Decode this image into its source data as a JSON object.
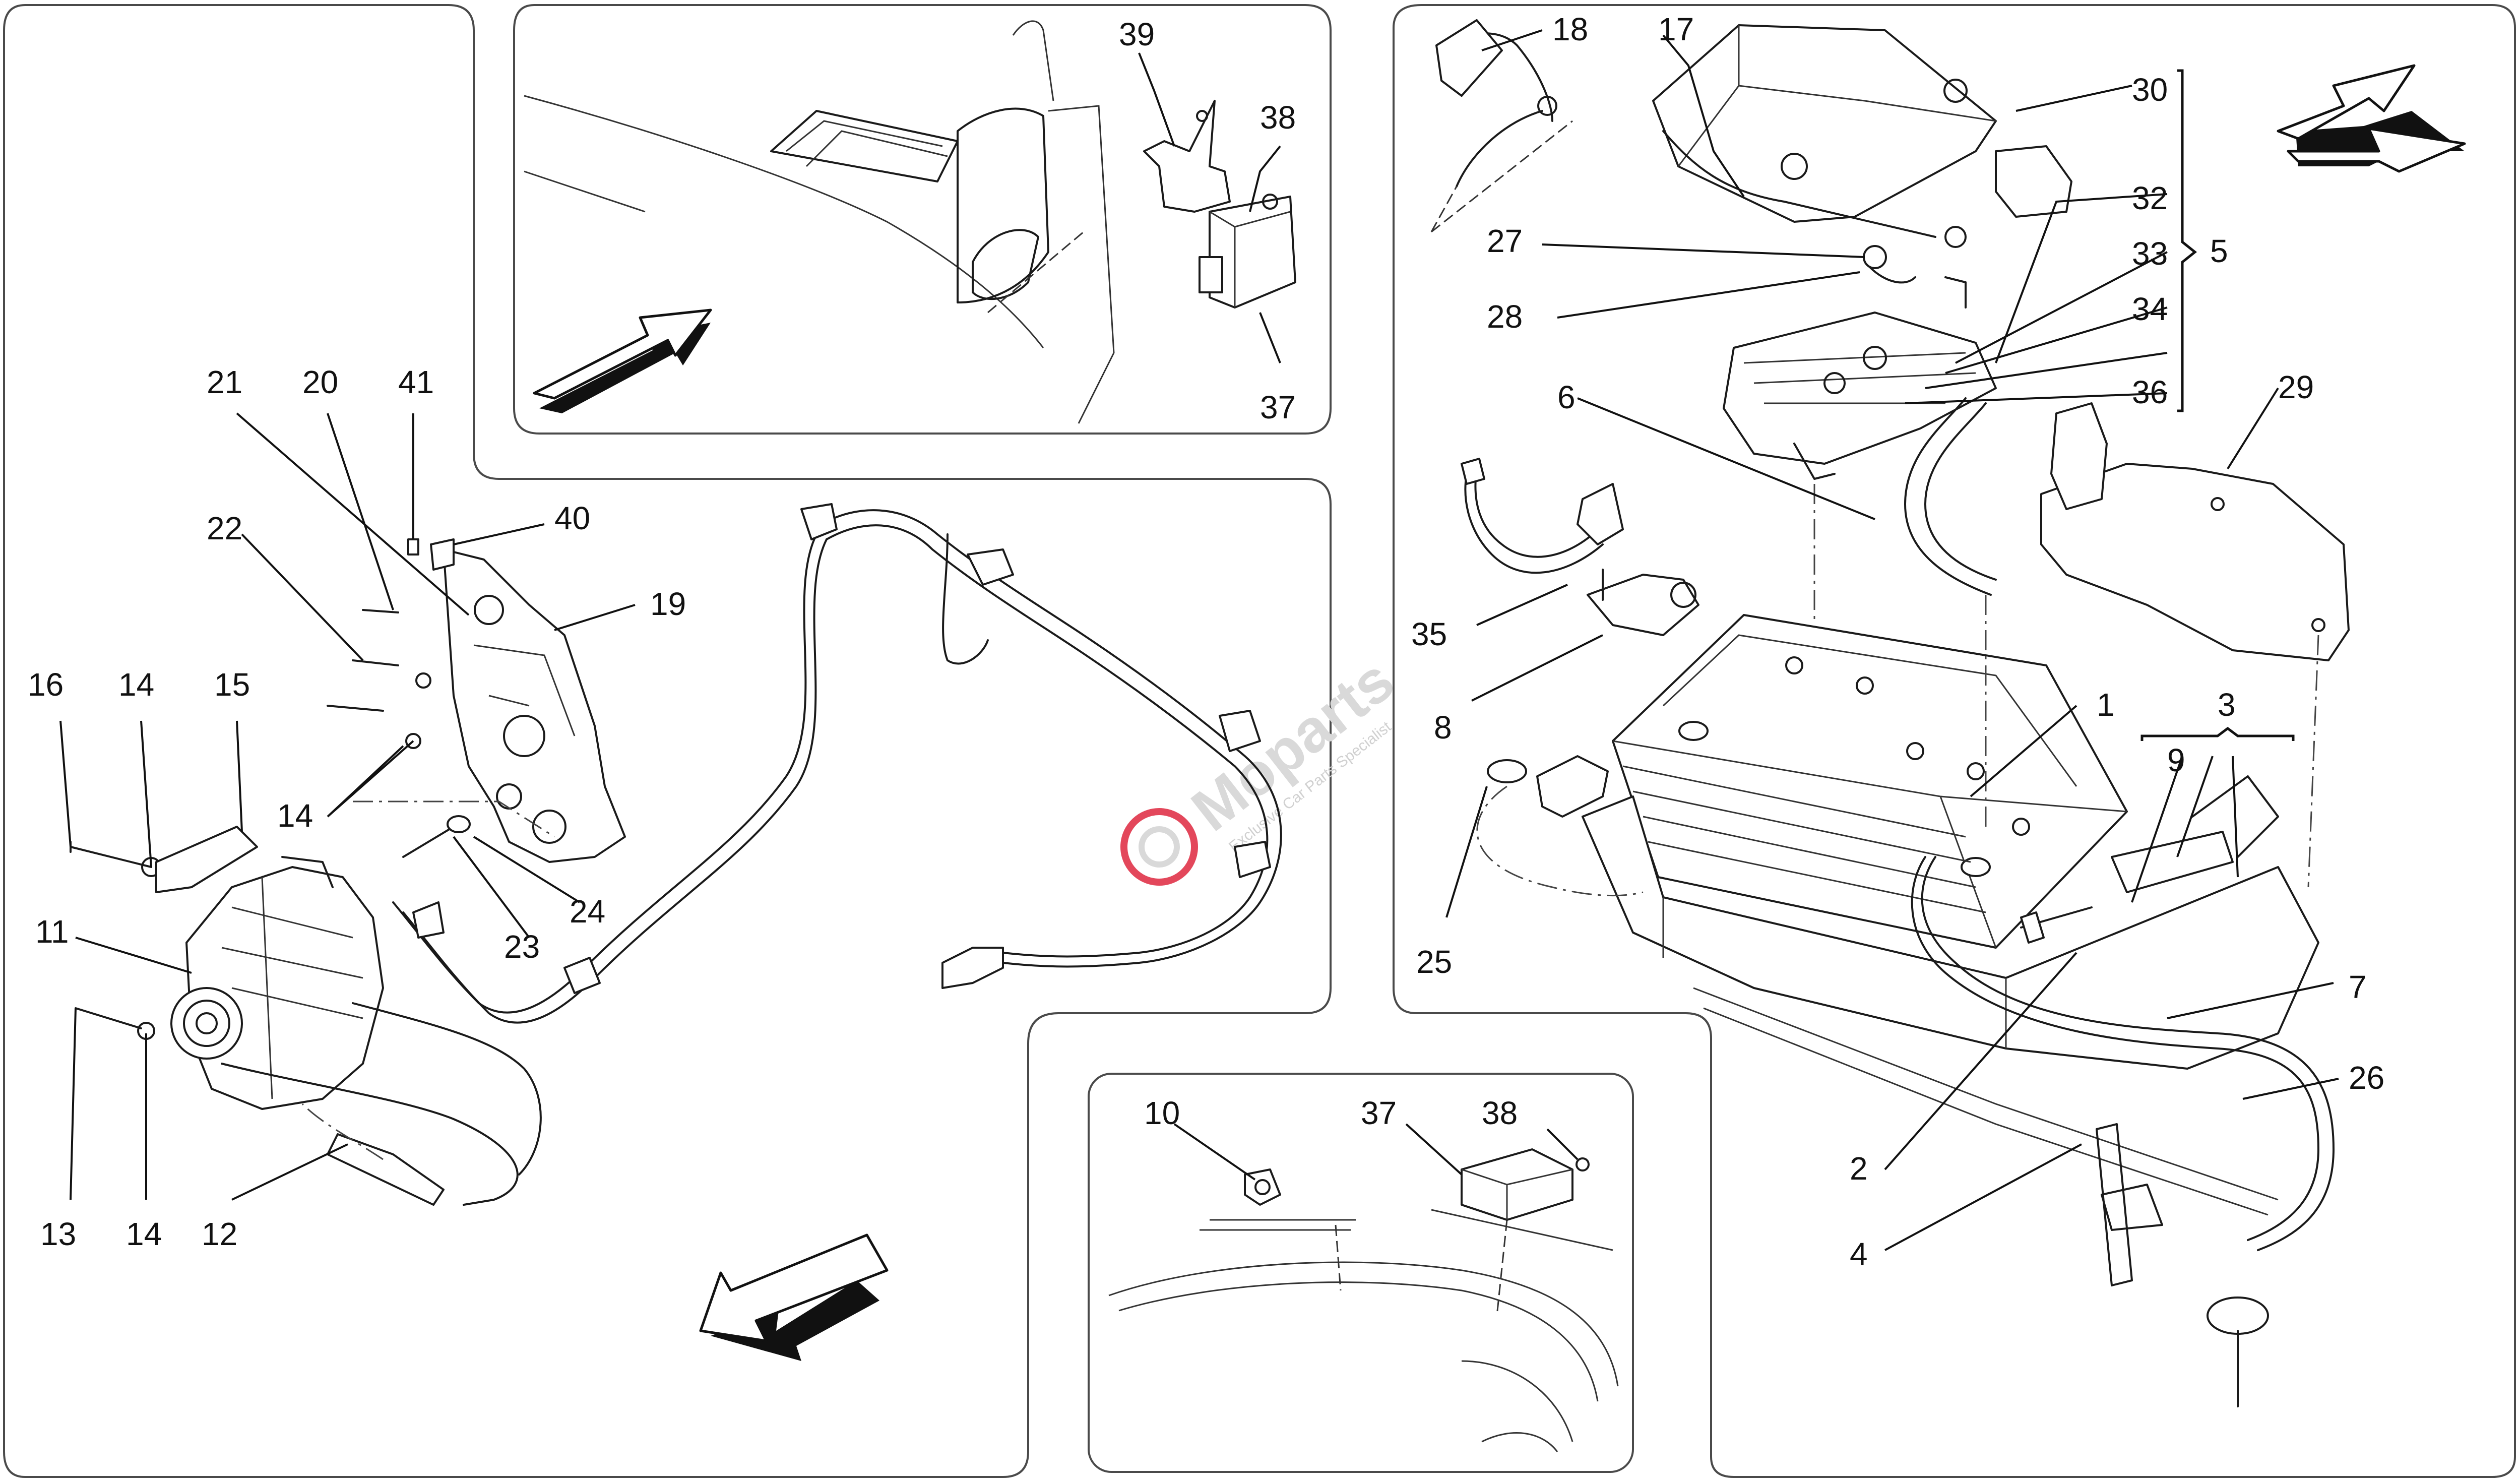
{
  "watermark": {
    "brand": "Moparts",
    "tagline": "Exclusive Car Parts Specialist",
    "logo_color": "#e3475b"
  },
  "labels": {
    "l1": "1",
    "l2": "2",
    "l3": "3",
    "l4": "4",
    "l5": "5",
    "l6": "6",
    "l7": "7",
    "l8": "8",
    "l9": "9",
    "l10": "10",
    "l11": "11",
    "l12": "12",
    "l13": "13",
    "l14a": "14",
    "l14b": "14",
    "l14c": "14",
    "l15": "15",
    "l16": "16",
    "l17": "17",
    "l18": "18",
    "l19": "19",
    "l20": "20",
    "l21": "21",
    "l22": "22",
    "l23": "23",
    "l24": "24",
    "l25": "25",
    "l26": "26",
    "l27": "27",
    "l28": "28",
    "l29": "29",
    "l30": "30",
    "l32": "32",
    "l33": "33",
    "l34": "34",
    "l35": "35",
    "l36": "36",
    "l37a": "37",
    "l37b": "37",
    "l38a": "38",
    "l38b": "38",
    "l39": "39",
    "l40": "40",
    "l41": "41"
  }
}
